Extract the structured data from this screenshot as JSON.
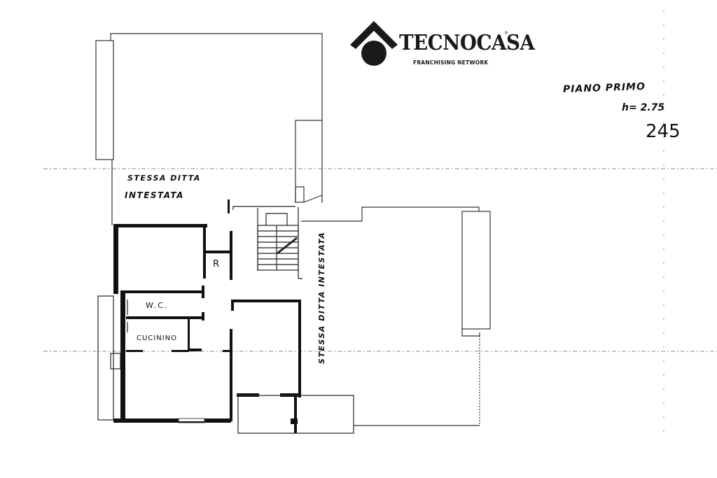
{
  "document": {
    "type": "floor-plan",
    "logo": {
      "brand": "TECNOCASA",
      "trademark": "®",
      "tagline": "FRANCHISING NETWORK"
    },
    "annotations": {
      "floor_title": "PIANO PRIMO",
      "height_label": "h= 2.75",
      "sheet_number": "245"
    },
    "rooms": {
      "neighbor_top": "STESSA DITTA",
      "neighbor_top_line2": "INTESTATA",
      "wc": "W.C.",
      "kitchenette": "CUCININO",
      "closet": "R",
      "neighbor_right": "STESSA DITTA INTESTATA"
    },
    "colors": {
      "wall": "#111111",
      "line": "#333333",
      "dashed": "#888888",
      "background": "#ffffff"
    }
  }
}
